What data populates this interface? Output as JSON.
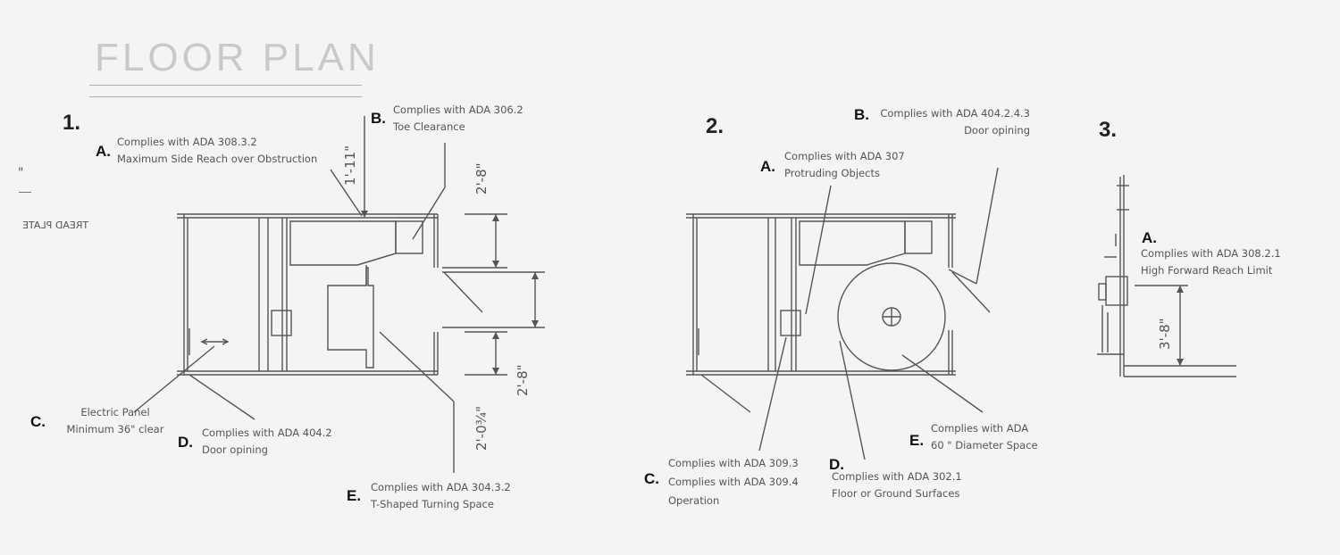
{
  "title": "FLOOR PLAN",
  "tread_plate": "TREAD PLATE",
  "stray_mark": "\"",
  "plan1": {
    "number": "1.",
    "notes": {
      "A": {
        "letter": "A.",
        "line1": "Complies with ADA 308.3.2",
        "line2": "Maximum Side Reach over Obstruction"
      },
      "B": {
        "letter": "B.",
        "line1": "Complies with ADA 306.2",
        "line2": "Toe Clearance"
      },
      "C": {
        "letter": "C.",
        "line1": "Electric Panel",
        "line2": "Minimum 36\" clear"
      },
      "D": {
        "letter": "D.",
        "line1": "Complies with ADA 404.2",
        "line2": "Door opining"
      },
      "E": {
        "letter": "E.",
        "line1": "Complies with ADA 304.3.2",
        "line2": "T-Shaped Turning Space"
      }
    },
    "dims": {
      "d1": "1'-11\"",
      "d2": "2'-8\"",
      "d3": "2'-8\"",
      "d4": "2'-0¾\""
    }
  },
  "plan2": {
    "number": "2.",
    "notes": {
      "A": {
        "letter": "A.",
        "line1": "Complies with ADA 307",
        "line2": "Protruding Objects"
      },
      "B": {
        "letter": "B.",
        "line1": "Complies with ADA 404.2.4.3",
        "line2": "Door opining"
      },
      "C": {
        "letter": "C.",
        "line1": "Complies with ADA 309.3",
        "line2": "Complies with ADA 309.4",
        "line3": "Operation"
      },
      "D": {
        "letter": "D.",
        "line1": "Complies with ADA 302.1",
        "line2": "Floor or Ground Surfaces"
      },
      "E": {
        "letter": "E.",
        "line1": "Complies with ADA",
        "line2": "60 \" Diameter Space"
      }
    }
  },
  "plan3": {
    "number": "3.",
    "notes": {
      "A": {
        "letter": "A.",
        "line1": "Complies with ADA 308.2.1",
        "line2": "High Forward Reach Limit"
      }
    },
    "dims": {
      "d1": "3'-8\""
    }
  }
}
